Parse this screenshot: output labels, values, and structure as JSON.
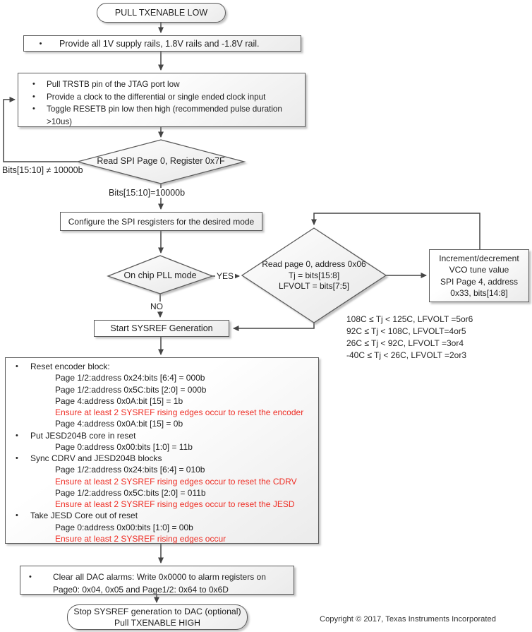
{
  "colors": {
    "warning_red": "#ee2d24",
    "connector_gray": "#454545",
    "border_gray": "#5a5a5a"
  },
  "flow": {
    "start_label": "PULL TXENABLE LOW",
    "supply_text": "Provide all 1V supply rails, 1.8V rails and -1.8V rail.",
    "init_lines": [
      "Pull TRSTB pin of the JTAG port low",
      "Provide a clock to the differential or single ended clock input",
      "Toggle RESETB pin low then high (recommended pulse duration",
      ">10us)"
    ],
    "read_spi_decision": "Read SPI Page 0, Register 0x7F",
    "neq_label": "Bits[15:10] ≠ 10000b",
    "eq_label": "Bits[15:10]=10000b",
    "configure_text": "Configure the SPI resgisters for the desired mode",
    "pll_decision": "On chip PLL mode",
    "yes_label": "YES",
    "no_label": "NO",
    "read_page_decision": [
      "Read page 0, address 0x06",
      "Tj = bits[15:8]",
      "LFVOLT = bits[7:5]"
    ],
    "vco_box": [
      "Increment/decrement",
      "VCO tune value",
      "SPI Page 4, address",
      "0x33, bits[14:8]"
    ],
    "lfvolt_lines": [
      "108C ≤  Tj < 125C, LFVOLT =5or6",
      "92C ≤ Tj < 108C, LFVOLT=4or5",
      "26C ≤ Tj < 92C, LFVOLT =3or4",
      "-40C ≤ Tj < 26C, LFVOLT =2or3"
    ],
    "start_sysref_text": "Start SYSREF Generation",
    "reset_lines": [
      "Reset encoder block:",
      "Page 1/2:address 0x24:bits [6:4] = 000b",
      "Page 1/2:address 0x5C:bits [2:0] = 000b",
      "Page 4:address 0x0A:bit [15] = 1b",
      "Ensure at least 2 SYSREF rising edges occur to reset the encoder",
      "Page 4:address 0x0A:bit [15] = 0b",
      "Put JESD204B core in reset",
      "Page 0:address 0x00:bits [1:0] = 11b",
      "Sync CDRV and JESD204B blocks",
      "Page 1/2:address 0x24:bits [6:4] = 010b",
      "Ensure at least 2 SYSREF rising edges occur to reset the CDRV",
      "Page 1/2:address 0x5C:bits [2:0] = 011b",
      "Ensure at least 2 SYSREF rising edges occur to reset the JESD",
      "Take JESD Core out of reset",
      "Page 0:address 0x00:bits [1:0] = 00b",
      "Ensure at least 2 SYSREF rising edges occur"
    ],
    "alarm_lines": [
      "Clear all DAC alarms: Write 0x0000 to alarm registers on",
      "Page0: 0x04, 0x05 and Page1/2: 0x64 to 0x6D"
    ],
    "end_lines": [
      "Stop SYSREF generation to DAC (optional)",
      "Pull TXENABLE HIGH"
    ],
    "copyright": "Copyright © 2017, Texas Instruments Incorporated"
  }
}
